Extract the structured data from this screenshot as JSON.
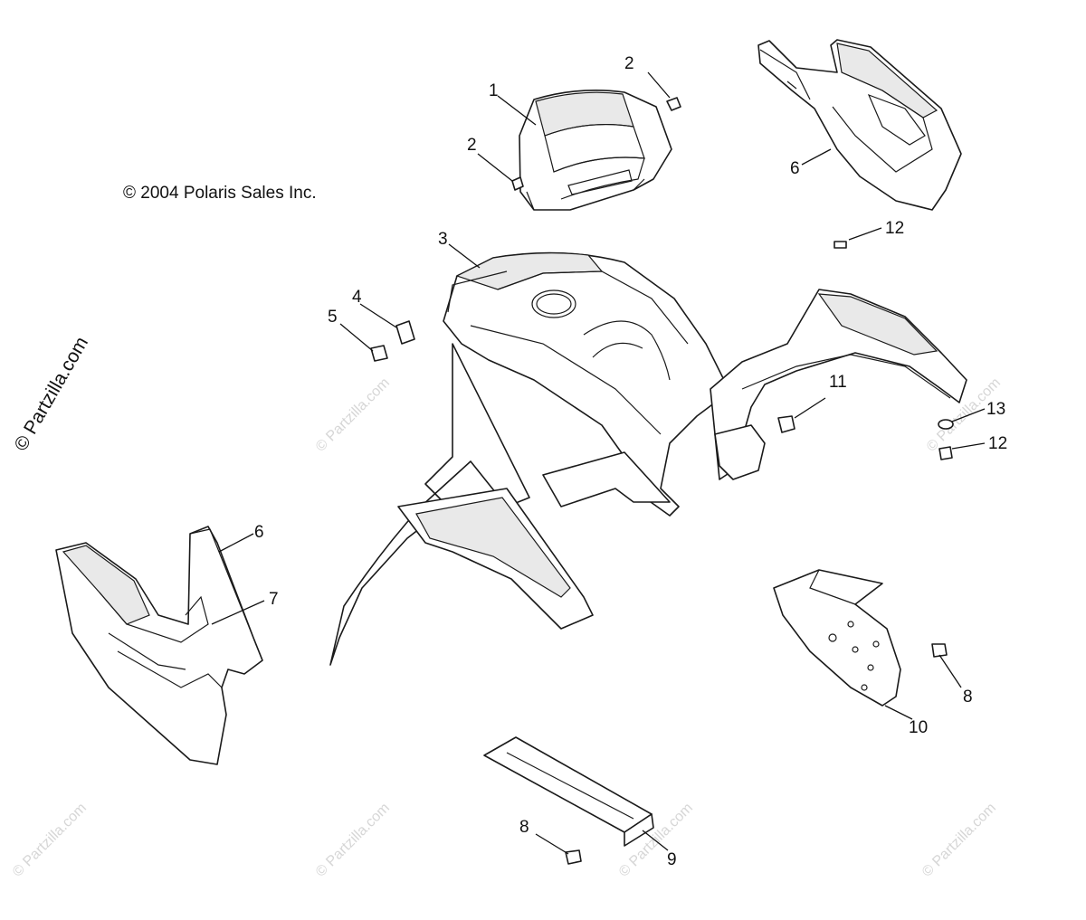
{
  "copyright": "© 2004 Polaris Sales Inc.",
  "side_watermark": "© Partzilla.com",
  "watermark_text": "© Partzilla.com",
  "callouts": [
    "1",
    "2",
    "2",
    "3",
    "4",
    "5",
    "6",
    "6",
    "7",
    "8",
    "8",
    "9",
    "10",
    "11",
    "12",
    "12",
    "13"
  ]
}
